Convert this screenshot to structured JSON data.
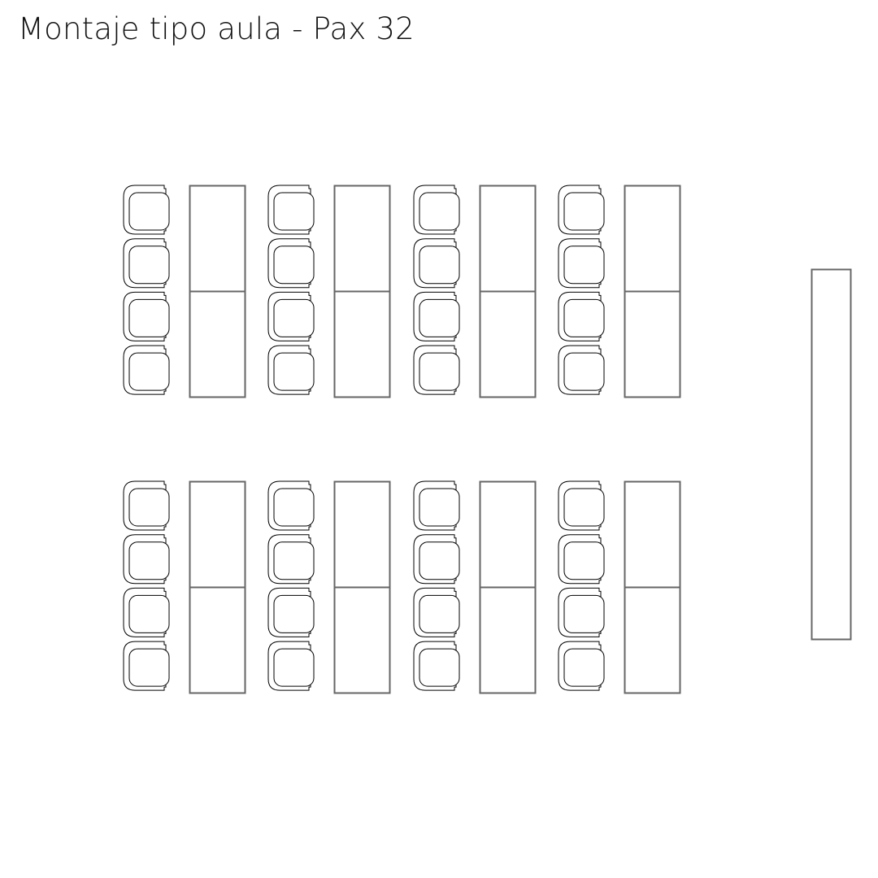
{
  "title": "Montaje tipo aula - Pax 32",
  "layout": {
    "blocks": 2,
    "columns_per_block": 4,
    "chairs_per_column": 4,
    "tables_per_column": 2,
    "has_front_table": true
  },
  "colors": {
    "chair_stroke": "#000000",
    "table_stroke": "#666666"
  }
}
